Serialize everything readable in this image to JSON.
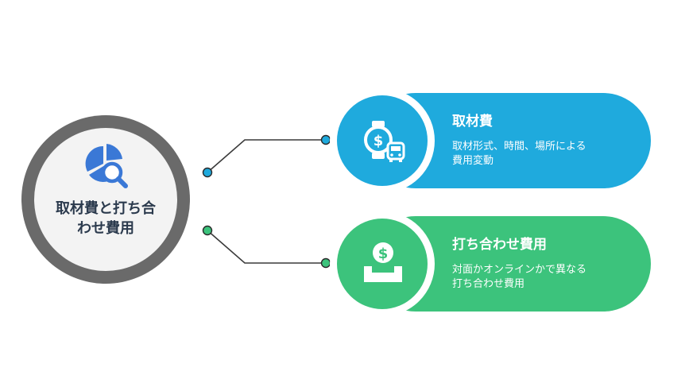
{
  "hub": {
    "title_line1": "取材費と打ち合",
    "title_line2": "わせ費用",
    "icon": "pie-chart-search-icon"
  },
  "cards": [
    {
      "title": "取材費",
      "desc_line1": "取材形式、時間、場所による",
      "desc_line2": "費用変動",
      "icon": "watch-dollar-bus-icon",
      "color": "#1faadd"
    },
    {
      "title": "打ち合わせ費用",
      "desc_line1": "対面かオンラインかで異なる",
      "desc_line2": "打ち合わせ費用",
      "icon": "dollar-inbox-icon",
      "color": "#3cc37c"
    }
  ],
  "colors": {
    "hub_ring": "#6a6a6a",
    "hub_fill": "#f3f3f3",
    "hub_text": "#2b3a4d",
    "icon_blue": "#3a78d6",
    "connector": "#3a3a3a"
  }
}
